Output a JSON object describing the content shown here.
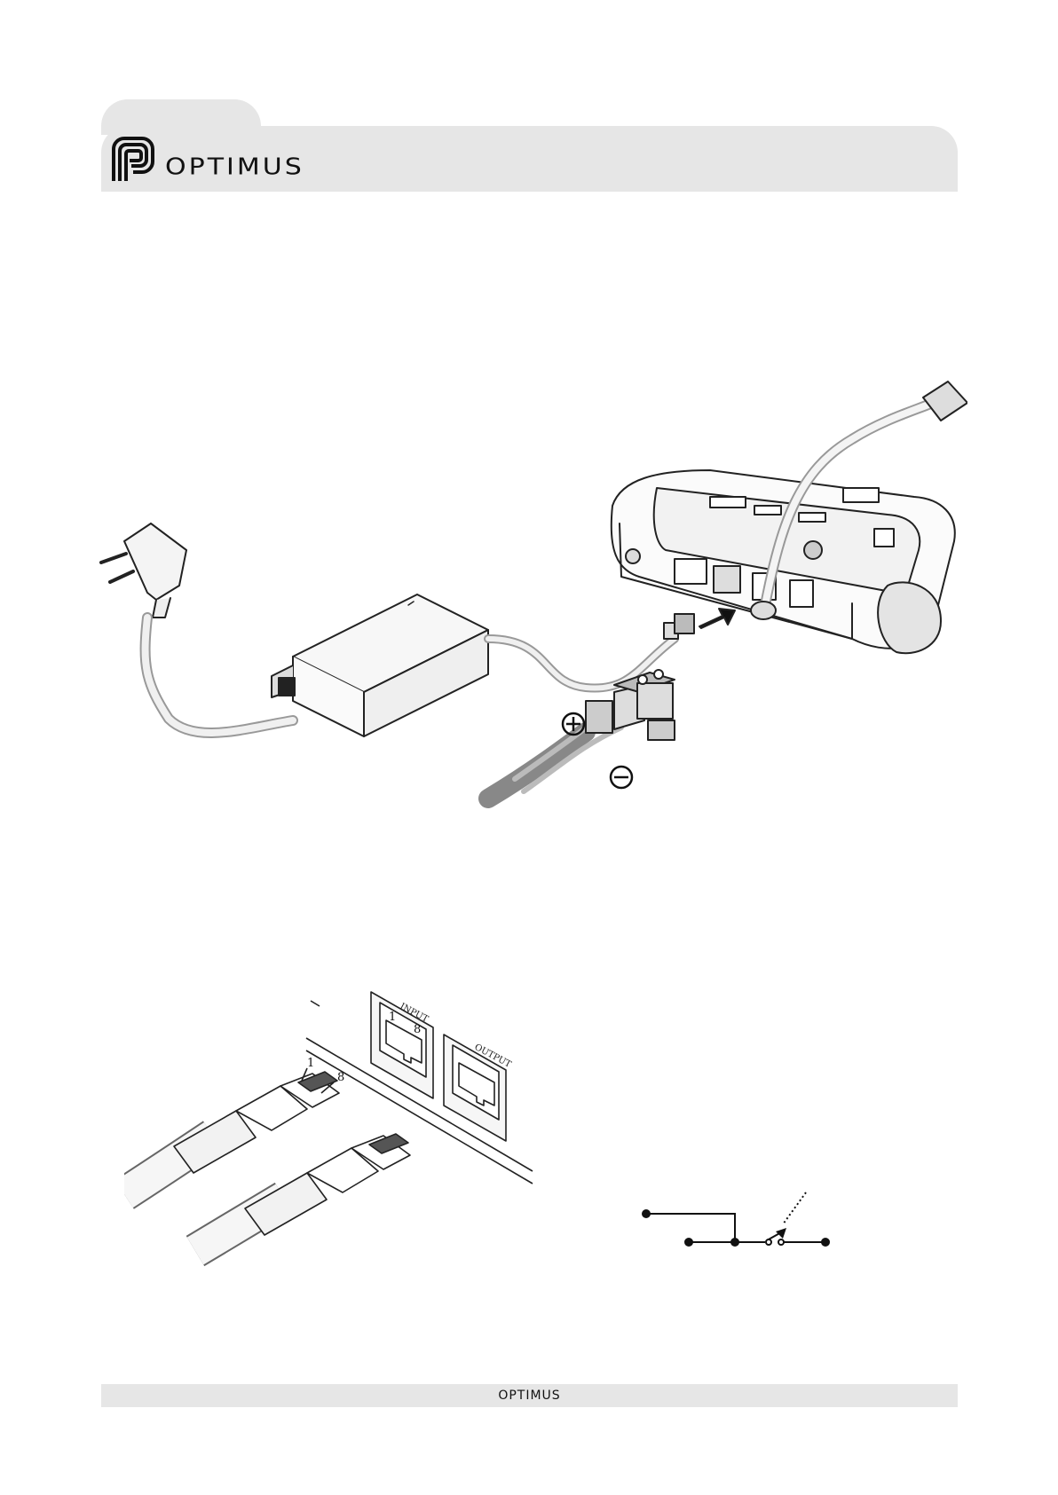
{
  "header": {
    "brand": "OPTIMUS"
  },
  "figure_power": {
    "plus_symbol": "⊕",
    "minus_symbol": "⊖"
  },
  "figure_rj45": {
    "input_label": "INPUT",
    "output_label": "OUTPUT",
    "port_pin_first": "1",
    "port_pin_last": "8",
    "plug_pin_first": "1",
    "plug_pin_last": "8"
  },
  "footer": {
    "brand": "OPTIMUS"
  }
}
